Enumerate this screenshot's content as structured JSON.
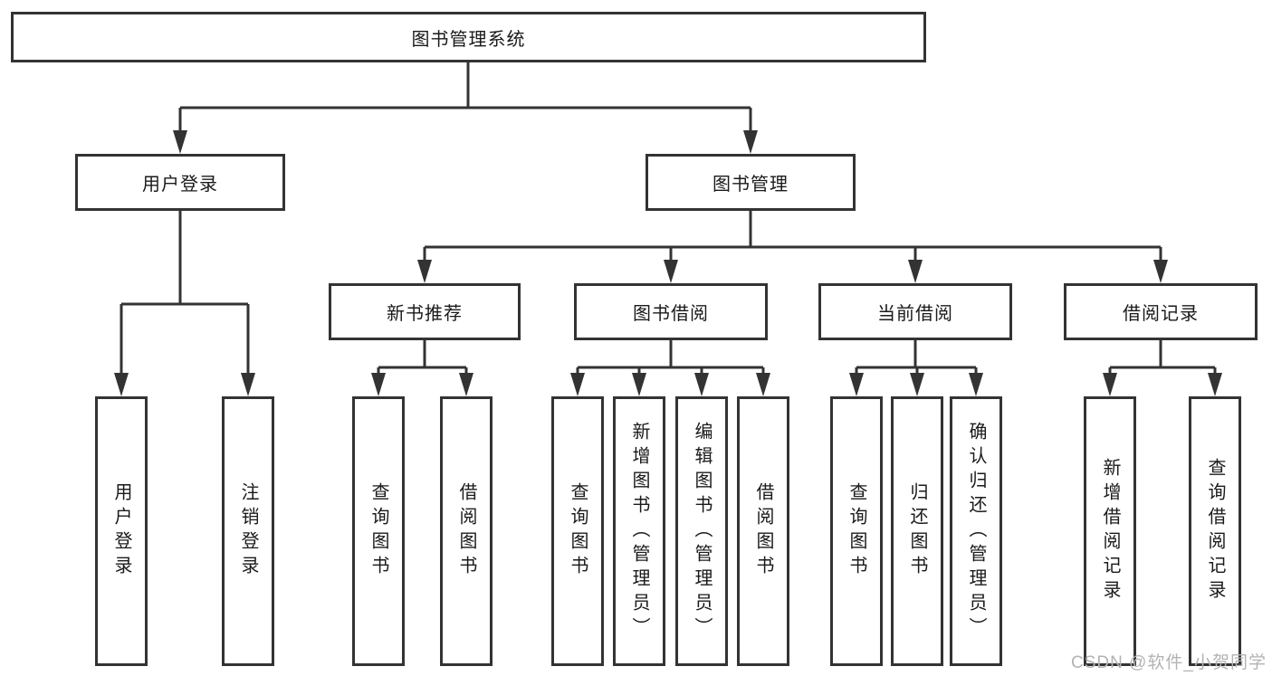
{
  "diagram": {
    "line_color": "#333333",
    "box_border_color": "#333333",
    "text_color": "#1a1a1a",
    "nodes": {
      "system": {
        "label": "图书管理系统"
      },
      "user_login": {
        "label": "用户登录"
      },
      "book_mgmt": {
        "label": "图书管理"
      },
      "new_books": {
        "label": "新书推荐"
      },
      "book_borrow": {
        "label": "图书借阅"
      },
      "current_borrow": {
        "label": "当前借阅"
      },
      "borrow_record": {
        "label": "借阅记录"
      },
      "leaf_user_login": {
        "label": "用户登录"
      },
      "leaf_logout": {
        "label": "注销登录"
      },
      "leaf_query_books_a": {
        "label": "查询图书"
      },
      "leaf_borrow_books_a": {
        "label": "借阅图书"
      },
      "leaf_query_books_b": {
        "label": "查询图书"
      },
      "leaf_add_books": {
        "label": "新增图书（管理员）"
      },
      "leaf_edit_books": {
        "label": "编辑图书（管理员）"
      },
      "leaf_borrow_books_b": {
        "label": "借阅图书"
      },
      "leaf_query_books_c": {
        "label": "查询图书"
      },
      "leaf_return_books": {
        "label": "归还图书"
      },
      "leaf_confirm_return": {
        "label": "确认归还（管理员）"
      },
      "leaf_add_record": {
        "label": "新增借阅记录"
      },
      "leaf_query_record": {
        "label": "查询借阅记录"
      }
    },
    "structure": [
      {
        "parent": "图书管理系统",
        "children": [
          "用户登录",
          "图书管理"
        ]
      },
      {
        "parent": "用户登录",
        "children": [
          "用户登录",
          "注销登录"
        ]
      },
      {
        "parent": "图书管理",
        "children": [
          "新书推荐",
          "图书借阅",
          "当前借阅",
          "借阅记录"
        ]
      },
      {
        "parent": "新书推荐",
        "children": [
          "查询图书",
          "借阅图书"
        ]
      },
      {
        "parent": "图书借阅",
        "children": [
          "查询图书",
          "新增图书（管理员）",
          "编辑图书（管理员）",
          "借阅图书"
        ]
      },
      {
        "parent": "当前借阅",
        "children": [
          "查询图书",
          "归还图书",
          "确认归还（管理员）"
        ]
      },
      {
        "parent": "借阅记录",
        "children": [
          "新增借阅记录",
          "查询借阅记录"
        ]
      }
    ]
  },
  "watermark": {
    "text": "CSDN @软件_小贺同学",
    "color": "#b3b3b3"
  }
}
